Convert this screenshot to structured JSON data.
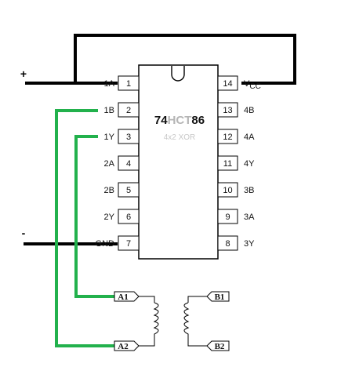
{
  "colors": {
    "wire": "#000000",
    "signal_wire": "#22b14c",
    "chip_fill": "#ffffff",
    "family_text": "#b5b5b5",
    "sub_text": "#c8c8c8"
  },
  "power": {
    "plus_sign": "+",
    "minus_sign": "-"
  },
  "chip": {
    "part_prefix": "74",
    "part_family": "HCT",
    "part_suffix": "86",
    "subtitle": "4x2 XOR"
  },
  "pins_left": [
    {
      "num": "1",
      "label": "1A"
    },
    {
      "num": "2",
      "label": "1B"
    },
    {
      "num": "3",
      "label": "1Y"
    },
    {
      "num": "4",
      "label": "2A"
    },
    {
      "num": "5",
      "label": "2B"
    },
    {
      "num": "6",
      "label": "2Y"
    },
    {
      "num": "7",
      "label": "GND"
    }
  ],
  "pins_right": [
    {
      "num": "14",
      "label": "VCC"
    },
    {
      "num": "13",
      "label": "4B"
    },
    {
      "num": "12",
      "label": "4A"
    },
    {
      "num": "11",
      "label": "4Y"
    },
    {
      "num": "10",
      "label": "3B"
    },
    {
      "num": "9",
      "label": "3A"
    },
    {
      "num": "8",
      "label": "3Y"
    }
  ],
  "coils": {
    "a1": "A1",
    "a2": "A2",
    "b1": "B1",
    "b2": "B2"
  }
}
